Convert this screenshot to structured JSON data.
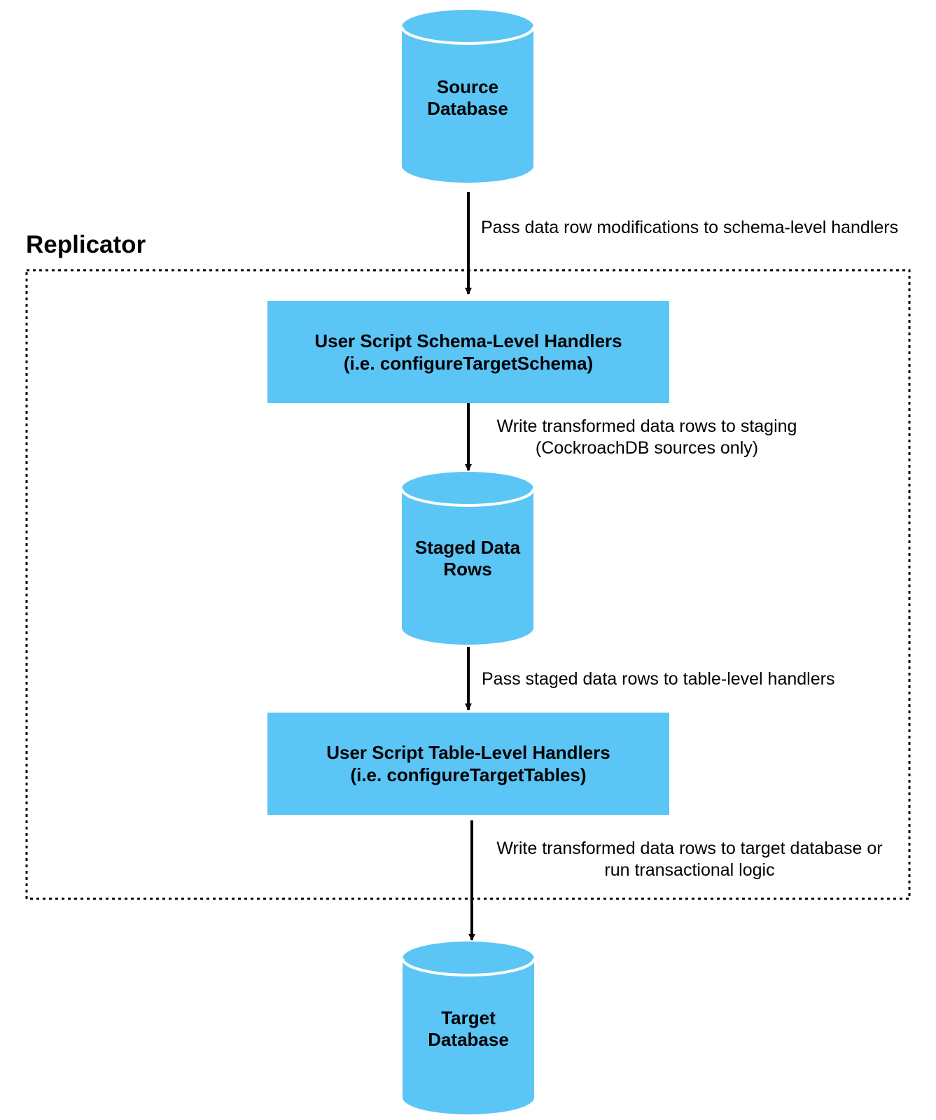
{
  "colors": {
    "node_fill": "#5bc5f6",
    "arrow": "#000000",
    "group_border": "#000000",
    "background": "#ffffff"
  },
  "group": {
    "label": "Replicator"
  },
  "nodes": {
    "source_db": {
      "shape": "cylinder",
      "lines": [
        "Source",
        "Database"
      ]
    },
    "schema_handlers": {
      "shape": "rectangle",
      "lines": [
        "User Script Schema-Level Handlers",
        "(i.e. configureTargetSchema)"
      ]
    },
    "staged_rows": {
      "shape": "cylinder",
      "lines": [
        "Staged Data",
        "Rows"
      ]
    },
    "table_handlers": {
      "shape": "rectangle",
      "lines": [
        "User Script Table-Level Handlers",
        "(i.e. configureTargetTables)"
      ]
    },
    "target_db": {
      "shape": "cylinder",
      "lines": [
        "Target",
        "Database"
      ]
    }
  },
  "edges": [
    {
      "from": "source_db",
      "to": "schema_handlers",
      "lines": [
        "Pass data row modifications to schema-level handlers"
      ]
    },
    {
      "from": "schema_handlers",
      "to": "staged_rows",
      "lines": [
        "Write transformed data rows to staging",
        "(CockroachDB sources only)"
      ]
    },
    {
      "from": "staged_rows",
      "to": "table_handlers",
      "lines": [
        "Pass staged data rows to table-level handlers"
      ]
    },
    {
      "from": "table_handlers",
      "to": "target_db",
      "lines": [
        "Write transformed data rows to target database or",
        "run transactional logic"
      ]
    }
  ]
}
